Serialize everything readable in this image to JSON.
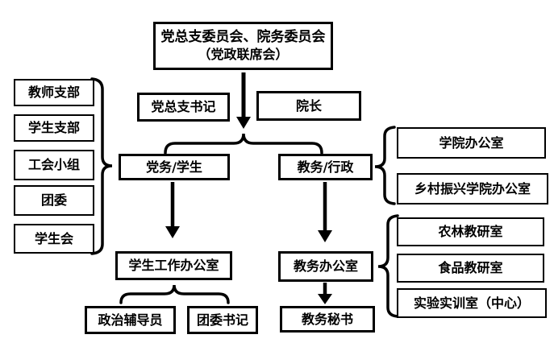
{
  "diagram": {
    "type": "org-chart",
    "colors": {
      "line": "#000000",
      "background": "#ffffff",
      "text": "#000000"
    },
    "nodes": {
      "top_committee": {
        "line1": "党总支委员会、院务委员会",
        "line2": "（党政联席会）"
      },
      "party_secretary": "党总支书记",
      "dean": "院长",
      "party_student": "党务/学生",
      "academic_admin": "教务/行政",
      "left_group": {
        "items": [
          "教师支部",
          "学生支部",
          "工会小组",
          "团委",
          "学生会"
        ]
      },
      "right_upper_group": {
        "items": [
          "学院办公室",
          "乡村振兴学院办公室"
        ]
      },
      "right_lower_group": {
        "items": [
          "农林教研室",
          "食品教研室",
          "实验实训室（中心）"
        ]
      },
      "student_affairs_office": "学生工作办公室",
      "academic_office": "教务办公室",
      "political_counselor": "政治辅导员",
      "league_secretary": "团委书记",
      "academic_secretary": "教务秘书"
    },
    "edges": [
      "top_committee -> (党务/学生 + 教务/行政) via arrow and brace",
      "left_group } -> party_student",
      "party_student -> student_affairs_office",
      "student_affairs_office -> (political_counselor + league_secretary) via brace",
      "academic_admin -> academic_office",
      "academic_office -> academic_secretary",
      "right_upper_group { -> academic_admin",
      "right_lower_group { -> academic_office"
    ]
  }
}
